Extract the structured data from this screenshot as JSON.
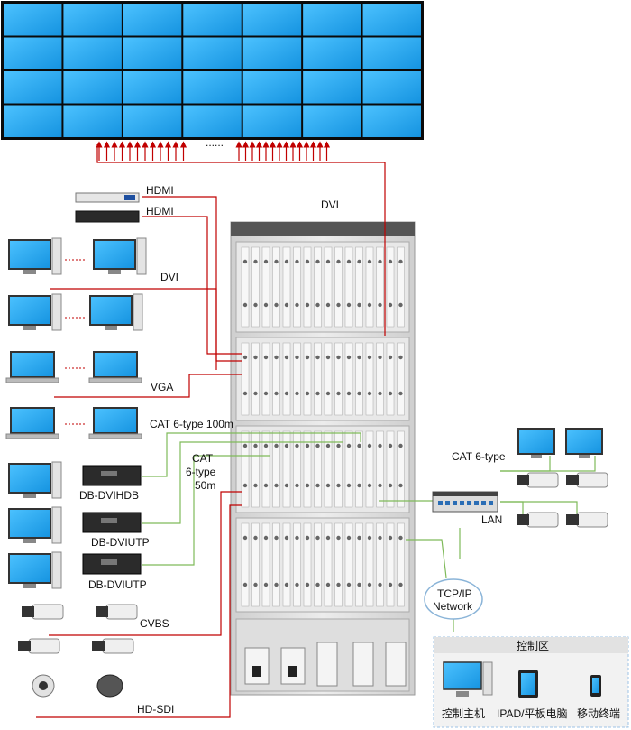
{
  "labels": {
    "hdmi_1": "HDMI",
    "hdmi_2": "HDMI",
    "dvi_top": "DVI",
    "dvi_left": "DVI",
    "vga": "VGA",
    "cat6_100m": "CAT 6-type 100m",
    "cat_50m_line1": "CAT",
    "cat_50m_line2": "6-type",
    "cat_50m_line3": "50m",
    "box_dvihdb": "DB-DVIHDB",
    "box_dviutp_1": "DB-DVIUTP",
    "box_dviutp_2": "DB-DVIUTP",
    "cat6_right": "CAT 6-type",
    "lan": "LAN",
    "tcpip_line1": "TCP/IP",
    "tcpip_line2": "Network",
    "cvbs": "CVBS",
    "hdsdi": "HD-SDI",
    "dots_wall": "......"
  },
  "control_zone": {
    "title": "控制区",
    "items": [
      "控制主机",
      "IPAD/平板电脑",
      "移动终端"
    ]
  },
  "colors": {
    "red_line": "#c00000",
    "green_line": "#7fba5a",
    "wall_blue": "#1fa6f0",
    "chassis": "#d9d9d9",
    "control_bg": "#f2f2f2"
  }
}
